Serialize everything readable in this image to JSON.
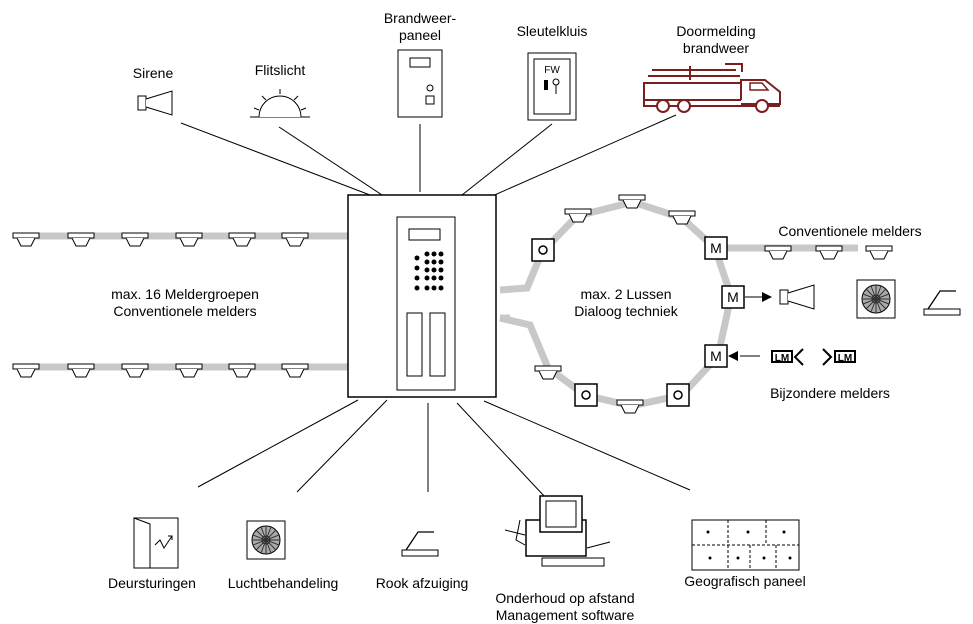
{
  "labels": {
    "sirene": "Sirene",
    "flitslicht": "Flitslicht",
    "brandweer_paneel_1": "Brandweer-",
    "brandweer_paneel_2": "paneel",
    "sleutelkluis": "Sleutelkluis",
    "sleutelkluis_tag": "FW",
    "doormelding_1": "Doormelding",
    "doormelding_2": "brandweer",
    "meldergroepen_1": "max. 16 Meldergroepen",
    "meldergroepen_2": "Conventionele melders",
    "lussen_1": "max. 2 Lussen",
    "lussen_2": "Dialoog techniek",
    "conventionele_melders": "Conventionele melders",
    "bijzondere_melders": "Bijzondere melders",
    "module_letter": "M",
    "lm": "LM",
    "deursturingen": "Deursturingen",
    "luchtbehandeling": "Luchtbehandeling",
    "rook_afzuiging": "Rook afzuiging",
    "onderhoud_1": "Onderhoud op afstand",
    "onderhoud_2": "Management software",
    "geografisch": "Geografisch paneel"
  }
}
